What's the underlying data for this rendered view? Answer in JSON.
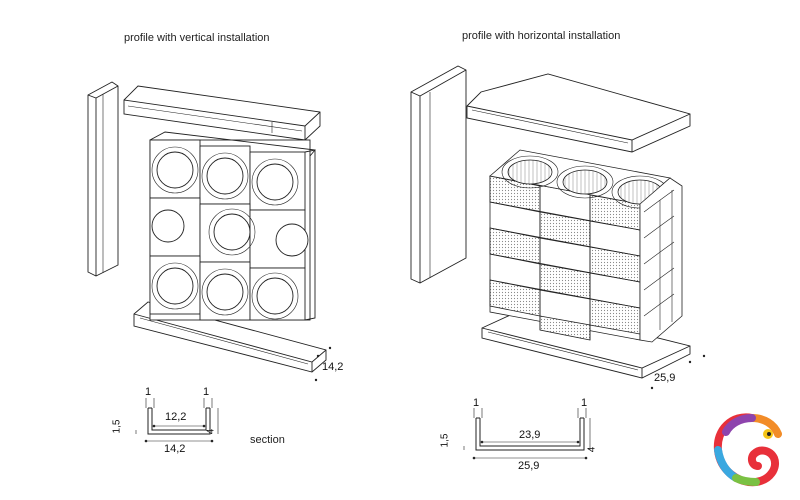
{
  "headings": {
    "vertical": "profile with vertical installation",
    "horizontal": "profile with horizontal installation"
  },
  "vertical_drawing": {
    "width_callout": "14,2"
  },
  "horizontal_drawing": {
    "width_callout": "25,9"
  },
  "vertical_section": {
    "flange_left": "1",
    "flange_right": "1",
    "inner_width": "12,2",
    "outer_width": "14,2",
    "wall": "1,5",
    "height": "4",
    "caption": "section"
  },
  "horizontal_section": {
    "flange_left": "1",
    "flange_right": "1",
    "inner_width": "23,9",
    "outer_width": "25,9",
    "wall": "1,5",
    "height": "4"
  },
  "logo": {
    "icon": "chameleon-logo-icon",
    "colors": [
      "#e8303a",
      "#f28c28",
      "#f5c518",
      "#7ac143",
      "#3aa8e0",
      "#8e44ad"
    ]
  }
}
